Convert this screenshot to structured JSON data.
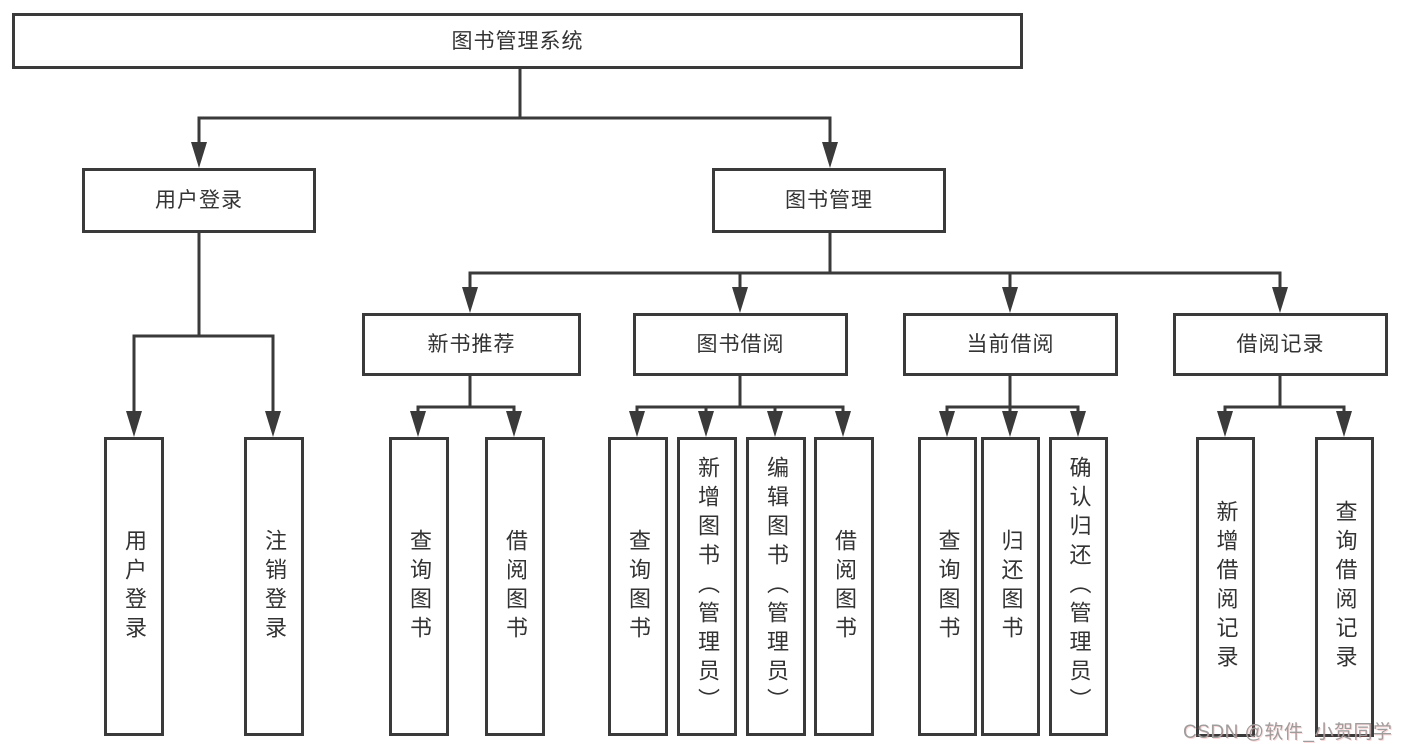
{
  "diagram": {
    "title_node": "图书管理系统",
    "branches": [
      {
        "label": "用户登录",
        "children": [
          "用户登录",
          "注销登录"
        ]
      },
      {
        "label": "图书管理",
        "sections": [
          {
            "label": "新书推荐",
            "children": [
              "查询图书",
              "借阅图书"
            ]
          },
          {
            "label": "图书借阅",
            "children": [
              "查询图书",
              "新增图书（管理员）",
              "编辑图书（管理员）",
              "借阅图书"
            ]
          },
          {
            "label": "当前借阅",
            "children": [
              "查询图书",
              "归还图书",
              "确认归还（管理员）"
            ]
          },
          {
            "label": "借阅记录",
            "children": [
              "新增借阅记录",
              "查询借阅记录"
            ]
          }
        ]
      }
    ]
  },
  "watermark": {
    "text": "CSDN @软件_小贺同学"
  },
  "colors": {
    "line": "#3a3a3a",
    "text": "#333333",
    "watermark": "#9d9d9d",
    "background": "#ffffff"
  }
}
